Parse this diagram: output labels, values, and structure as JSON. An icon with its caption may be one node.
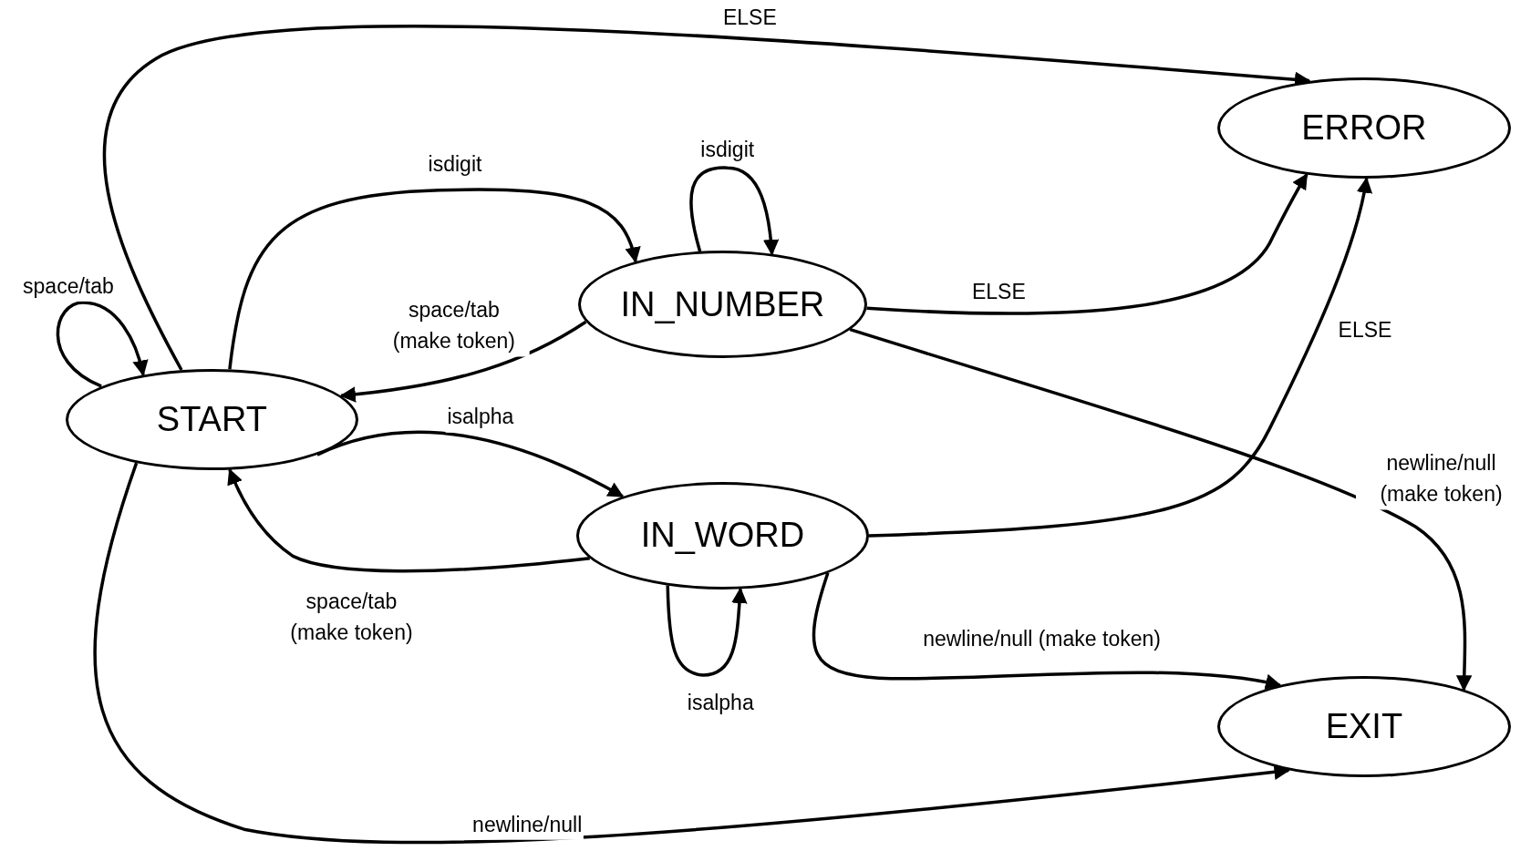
{
  "diagram": {
    "nodes": [
      {
        "text": [
          "START"
        ]
      },
      {
        "text": [
          "IN_NUMBER"
        ]
      },
      {
        "text": [
          "IN_WORD"
        ]
      },
      {
        "text": [
          "ERROR"
        ]
      },
      {
        "text": [
          "EXIT"
        ]
      }
    ],
    "edges": [
      {
        "from": 0,
        "to": 3,
        "arrow": "to",
        "label": "ELSE"
      },
      {
        "from": 0,
        "to": 1,
        "arrow": "to",
        "label": "isdigit"
      },
      {
        "from": 1,
        "to": 1,
        "arrow": "to",
        "label": "isdigit"
      },
      {
        "from": 0,
        "to": 0,
        "arrow": "to",
        "label": "space/tab"
      },
      {
        "from": 1,
        "to": 0,
        "arrow": "to",
        "label": "space/tab (make token)"
      },
      {
        "from": 1,
        "to": 3,
        "arrow": "to",
        "label": "ELSE"
      },
      {
        "from": 1,
        "to": 4,
        "arrow": "to",
        "label": "newline/null (make token)"
      },
      {
        "from": 0,
        "to": 2,
        "arrow": "to",
        "label": "isalpha"
      },
      {
        "from": 2,
        "to": 0,
        "arrow": "to",
        "label": "space/tab (make token)"
      },
      {
        "from": 2,
        "to": 3,
        "arrow": "to",
        "label": "ELSE"
      },
      {
        "from": 2,
        "to": 2,
        "arrow": "to",
        "label": "isalpha"
      },
      {
        "from": 2,
        "to": 4,
        "arrow": "to",
        "label": "newline/null (make token)"
      },
      {
        "from": 0,
        "to": 4,
        "arrow": "to",
        "label": "newline/null"
      }
    ]
  }
}
